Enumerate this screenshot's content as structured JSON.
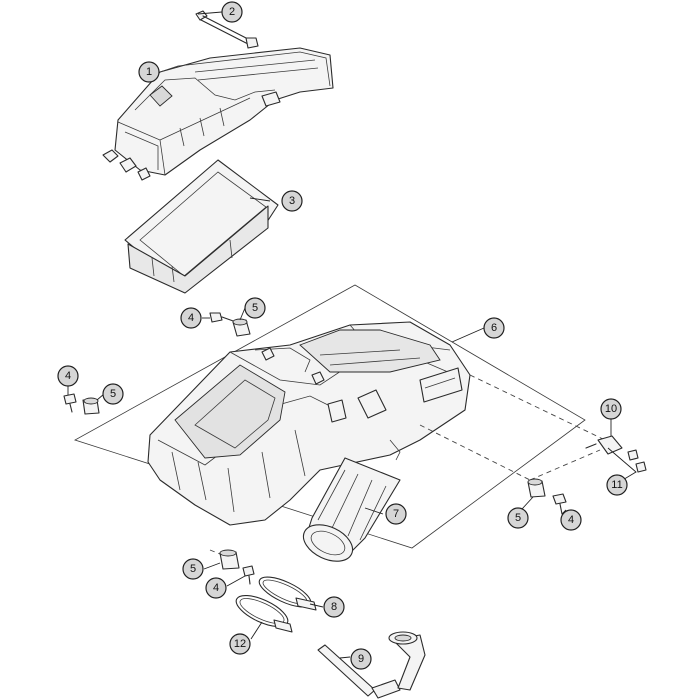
{
  "callouts": [
    {
      "id": "c1",
      "label": "1"
    },
    {
      "id": "c2",
      "label": "2"
    },
    {
      "id": "c3",
      "label": "3"
    },
    {
      "id": "c4a",
      "label": "4"
    },
    {
      "id": "c5a",
      "label": "5"
    },
    {
      "id": "c6",
      "label": "6"
    },
    {
      "id": "c4b",
      "label": "4"
    },
    {
      "id": "c5b",
      "label": "5"
    },
    {
      "id": "c10",
      "label": "10"
    },
    {
      "id": "c11",
      "label": "11"
    },
    {
      "id": "c7",
      "label": "7"
    },
    {
      "id": "c5c",
      "label": "5"
    },
    {
      "id": "c4c",
      "label": "4"
    },
    {
      "id": "c5d",
      "label": "5"
    },
    {
      "id": "c4d",
      "label": "4"
    },
    {
      "id": "c8",
      "label": "8"
    },
    {
      "id": "c12",
      "label": "12"
    },
    {
      "id": "c9",
      "label": "9"
    }
  ],
  "colors": {
    "line": "#2b2b2b",
    "callout_fill": "#d6d6d6",
    "part_fill": "#f4f4f4"
  }
}
